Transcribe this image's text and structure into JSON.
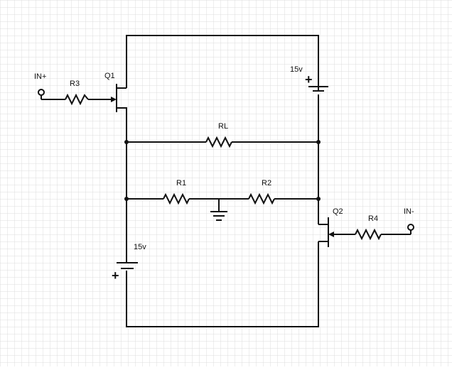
{
  "colors": {
    "background": "#ffffff",
    "grid": "#dcdcdc",
    "wire": "#111111"
  },
  "labels": {
    "in_plus": "IN+",
    "in_minus": "IN-",
    "r1": "R1",
    "r2": "R2",
    "r3": "R3",
    "r4": "R4",
    "rl": "RL",
    "q1": "Q1",
    "q2": "Q2",
    "battery_top_voltage": "15v",
    "battery_bottom_voltage": "15v",
    "plus_sign": "+"
  }
}
